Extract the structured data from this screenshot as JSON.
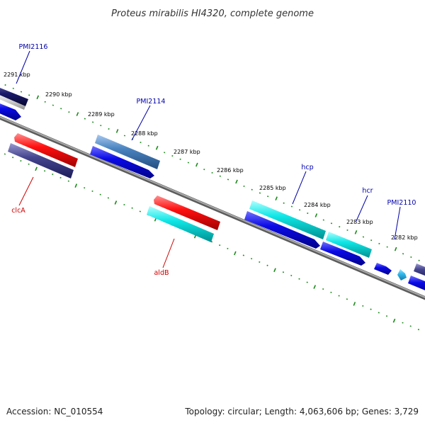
{
  "title": "Proteus mirabilis HI4320, complete genome",
  "footer": {
    "accession": "Accession: NC_010554",
    "summary": "Topology: circular; Length: 4,063,606 bp; Genes: 3,729"
  },
  "colors": {
    "backbone": "#8a8a8a",
    "tick": "#1a8a1a",
    "label_blue": "#0000aa",
    "label_red": "#cc0000",
    "red": "#ee0000",
    "blue": "#0000dd",
    "navy": "#3a3a8a",
    "cyan": "#00dddd",
    "steel": "#4a84c0",
    "dark_navy": "#1a1a6a",
    "light_blue": "#33bbee"
  },
  "scale": {
    "unit": "kbp",
    "ticks": [
      {
        "kbp": 2291,
        "label": "2291 kbp"
      },
      {
        "kbp": 2290,
        "label": "2290 kbp"
      },
      {
        "kbp": 2289,
        "label": "2289 kbp"
      },
      {
        "kbp": 2288,
        "label": "2288 kbp"
      },
      {
        "kbp": 2287,
        "label": "2287 kbp"
      },
      {
        "kbp": 2286,
        "label": "2286 kbp"
      },
      {
        "kbp": 2285,
        "label": "2285 kbp"
      },
      {
        "kbp": 2284,
        "label": "2284 kbp"
      },
      {
        "kbp": 2283,
        "label": "2283 kbp"
      },
      {
        "kbp": 2282,
        "label": "2282 kbp"
      }
    ]
  },
  "genes": [
    {
      "name": "PMI2116",
      "label_color": "label_blue"
    },
    {
      "name": "PMI2114",
      "label_color": "label_blue"
    },
    {
      "name": "hcp",
      "label_color": "label_blue"
    },
    {
      "name": "hcr",
      "label_color": "label_blue"
    },
    {
      "name": "PMI2110",
      "label_color": "label_blue"
    },
    {
      "name": "clcA",
      "label_color": "label_red"
    },
    {
      "name": "aldB",
      "label_color": "label_red"
    }
  ]
}
